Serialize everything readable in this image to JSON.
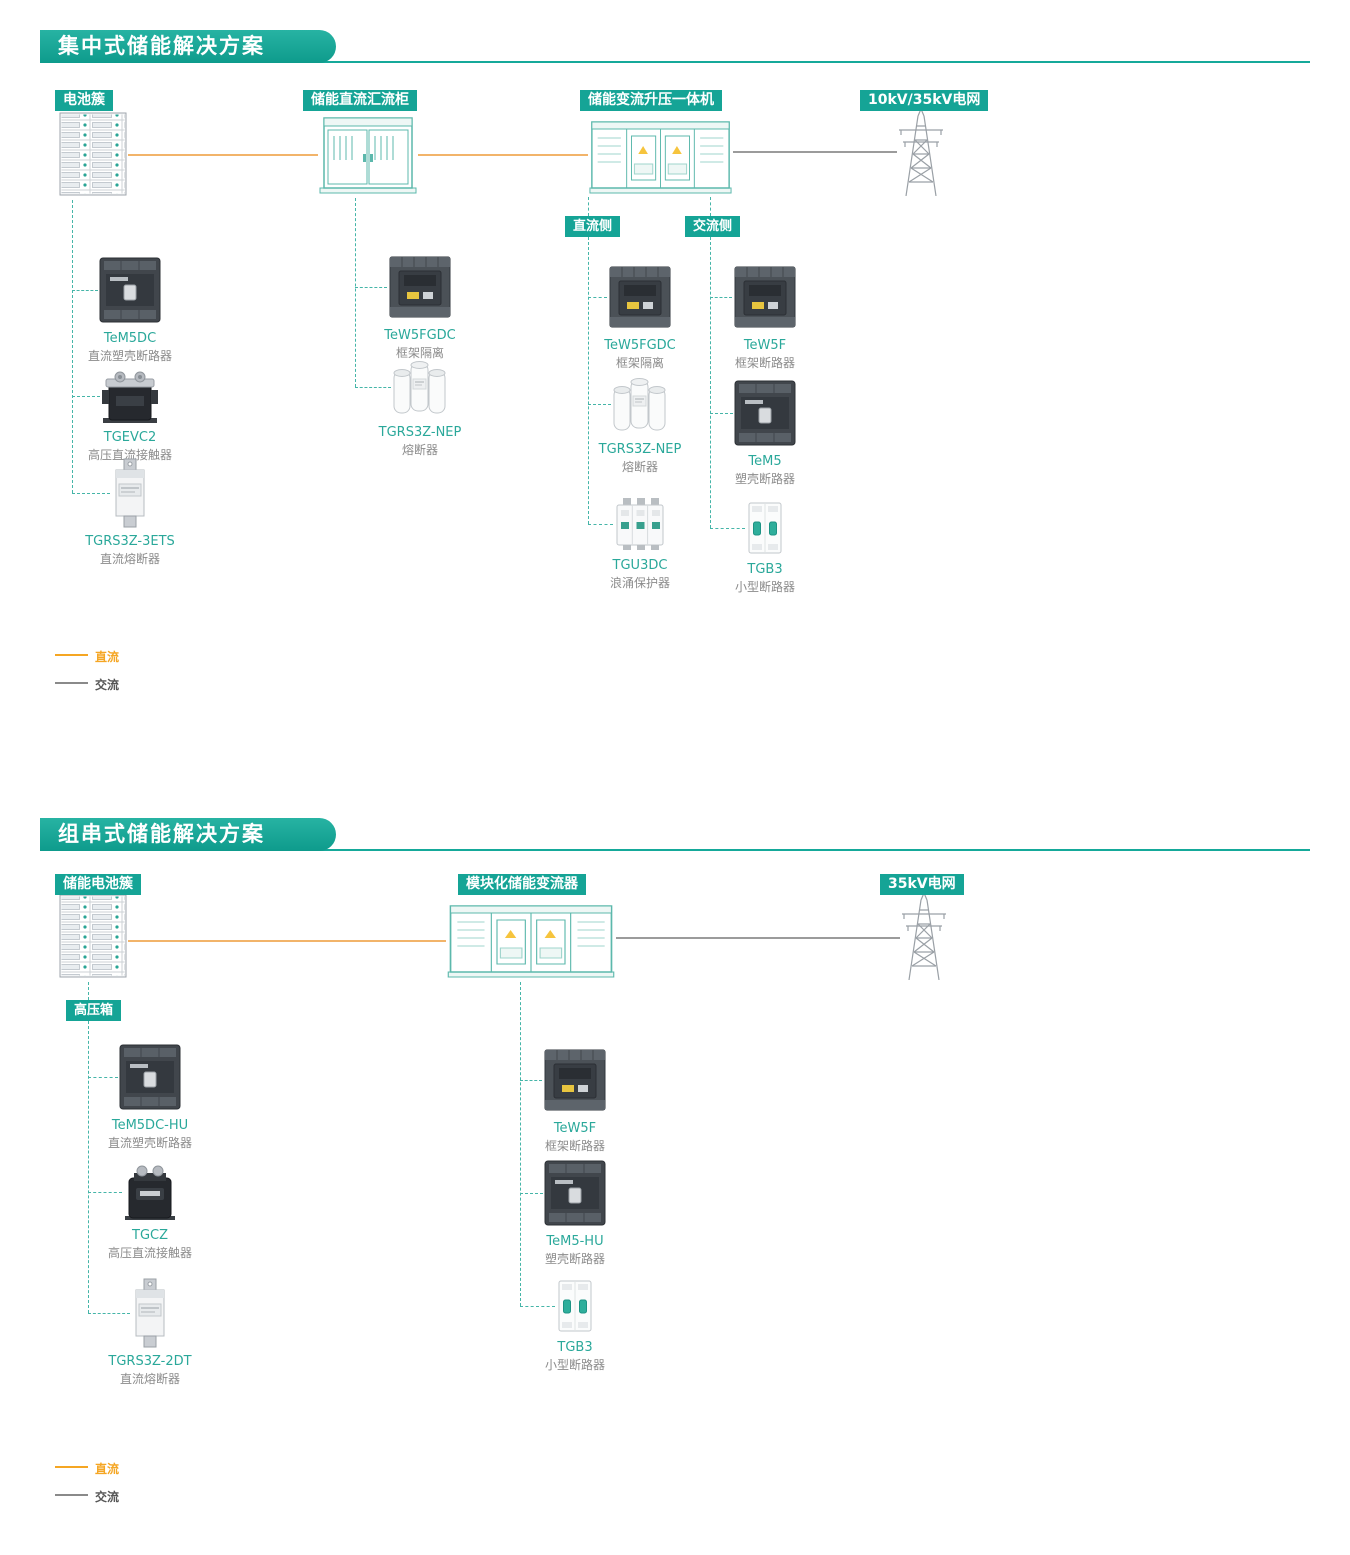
{
  "colors": {
    "accent_teal": "#14A496",
    "dc_orange": "#F5A623",
    "dc_line": "#F2B46A",
    "ac_line": "#9B9B9B",
    "product_name_teal": "#2AA89A",
    "desc_gray": "#8B8B8B"
  },
  "s1": {
    "title": "集中式储能解决方案",
    "equipment": {
      "battery": "电池簇",
      "combiner": "储能直流汇流柜",
      "converter": "储能变流升压一体机",
      "grid": "10kV/35kV电网"
    },
    "dc_side": "直流侧",
    "ac_side": "交流侧",
    "battery_items": [
      {
        "name": "TeM5DC",
        "desc": "直流塑壳断路器",
        "icon": "mccb-icon"
      },
      {
        "name": "TGEVC2",
        "desc": "高压直流接触器",
        "icon": "dc-contactor-icon"
      },
      {
        "name": "TGRS3Z-3ETS",
        "desc": "直流熔断器",
        "icon": "blade-fuse-icon"
      }
    ],
    "combiner_items": [
      {
        "name": "TeW5FGDC",
        "desc": "框架隔离",
        "icon": "frame-breaker-icon"
      },
      {
        "name": "TGRS3Z-NEP",
        "desc": "熔断器",
        "icon": "cylinder-fuse-icon"
      }
    ],
    "dc_items": [
      {
        "name": "TeW5FGDC",
        "desc": "框架隔离",
        "icon": "frame-breaker-icon"
      },
      {
        "name": "TGRS3Z-NEP",
        "desc": "熔断器",
        "icon": "cylinder-fuse-icon"
      },
      {
        "name": "TGU3DC",
        "desc": "浪涌保护器",
        "icon": "surge-protector-icon"
      }
    ],
    "ac_items": [
      {
        "name": "TeW5F",
        "desc": "框架断路器",
        "icon": "frame-breaker-icon"
      },
      {
        "name": "TeM5",
        "desc": "塑壳断路器",
        "icon": "mccb-icon"
      },
      {
        "name": "TGB3",
        "desc": "小型断路器",
        "icon": "mcb-icon"
      }
    ],
    "legend": {
      "dc": "直流",
      "ac": "交流"
    }
  },
  "s2": {
    "title": "组串式储能解决方案",
    "equipment": {
      "battery": "储能电池簇",
      "converter": "模块化储能变流器",
      "grid": "35kV电网"
    },
    "hv_box": "高压箱",
    "battery_items": [
      {
        "name": "TeM5DC-HU",
        "desc": "直流塑壳断路器",
        "icon": "mccb-icon"
      },
      {
        "name": "TGCZ",
        "desc": "高压直流接触器",
        "icon": "dc-contactor-icon"
      },
      {
        "name": "TGRS3Z-2DT",
        "desc": "直流熔断器",
        "icon": "blade-fuse-icon"
      }
    ],
    "converter_items": [
      {
        "name": "TeW5F",
        "desc": "框架断路器",
        "icon": "frame-breaker-icon"
      },
      {
        "name": "TeM5-HU",
        "desc": "塑壳断路器",
        "icon": "mccb-icon"
      },
      {
        "name": "TGB3",
        "desc": "小型断路器",
        "icon": "mcb-icon"
      }
    ],
    "legend": {
      "dc": "直流",
      "ac": "交流"
    }
  }
}
